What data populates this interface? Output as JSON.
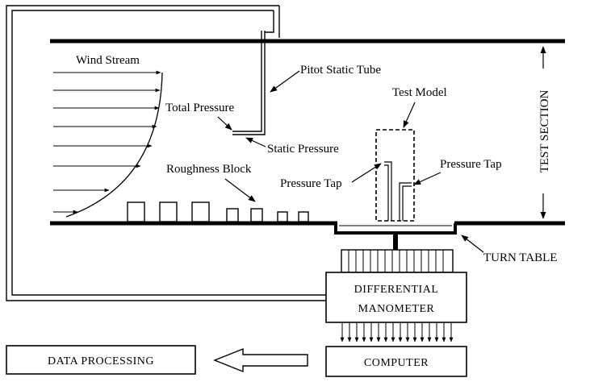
{
  "labels": {
    "wind_stream": "Wind Stream",
    "pitot_static_tube": "Pitot Static Tube",
    "test_model": "Test Model",
    "total_pressure": "Total Pressure",
    "static_pressure": "Static Pressure",
    "roughness_block": "Roughness Block",
    "pressure_tap_left": "Pressure Tap",
    "pressure_tap_right": "Pressure Tap",
    "test_section": "TEST SECTION",
    "turn_table": "TURN TABLE",
    "differential_manometer_line1": "DIFFERENTIAL",
    "differential_manometer_line2": "MANOMETER",
    "computer": "COMPUTER",
    "data_processing": "DATA PROCESSING"
  }
}
